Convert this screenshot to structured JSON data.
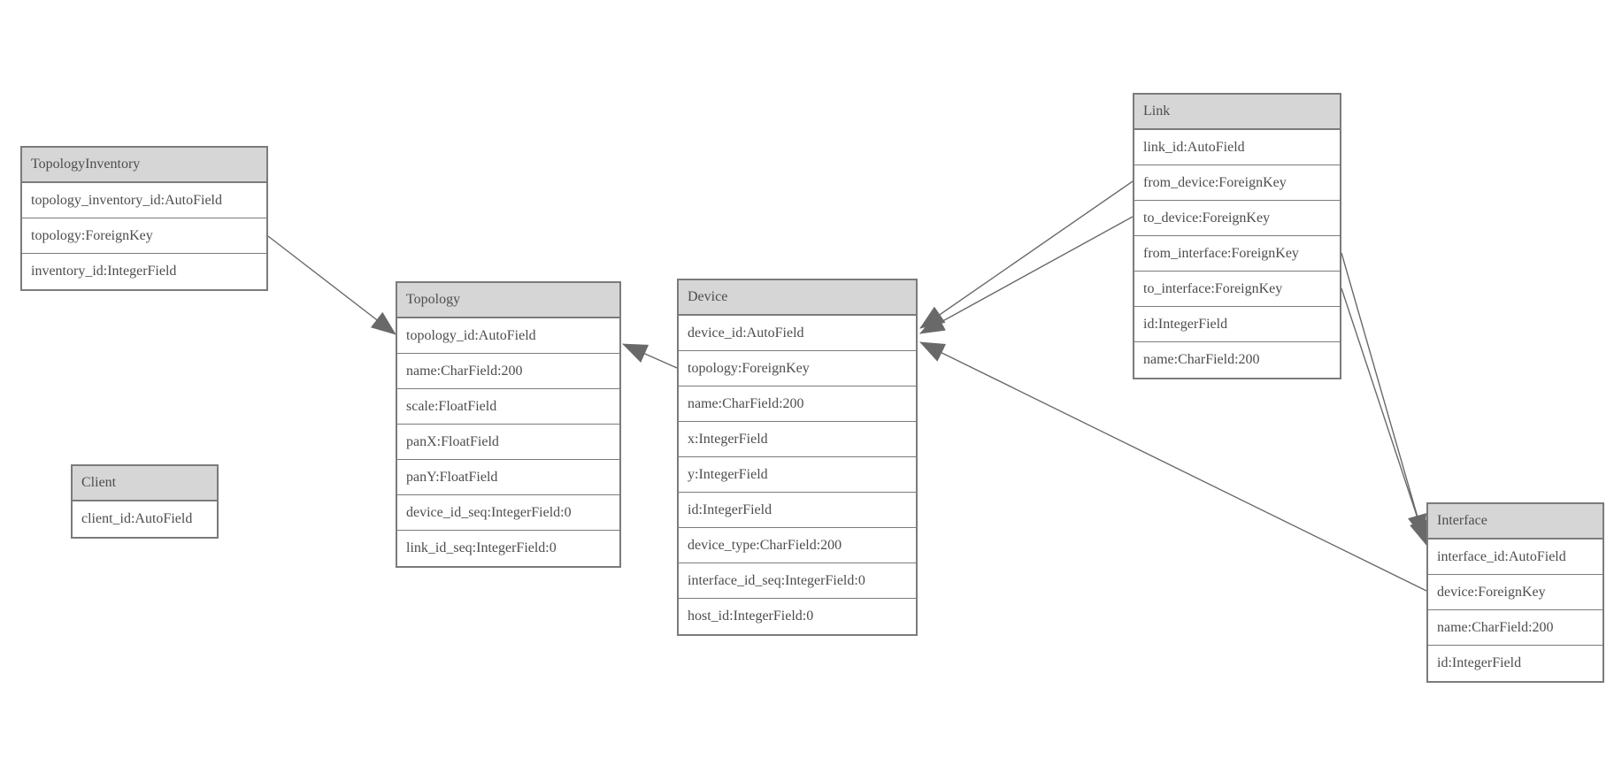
{
  "diagram": {
    "type": "entity-relationship-model-diagram",
    "colors": {
      "background": "#ffffff",
      "border": "#7b7b7b",
      "header_fill": "#d6d6d6",
      "text": "#4d4d4d",
      "edge": "#696969"
    },
    "entities": {
      "topology_inventory": {
        "title": "TopologyInventory",
        "fields": [
          "topology_inventory_id:AutoField",
          "topology:ForeignKey",
          "inventory_id:IntegerField"
        ]
      },
      "topology": {
        "title": "Topology",
        "fields": [
          "topology_id:AutoField",
          "name:CharField:200",
          "scale:FloatField",
          "panX:FloatField",
          "panY:FloatField",
          "device_id_seq:IntegerField:0",
          "link_id_seq:IntegerField:0"
        ]
      },
      "client": {
        "title": "Client",
        "fields": [
          "client_id:AutoField"
        ]
      },
      "device": {
        "title": "Device",
        "fields": [
          "device_id:AutoField",
          "topology:ForeignKey",
          "name:CharField:200",
          "x:IntegerField",
          "y:IntegerField",
          "id:IntegerField",
          "device_type:CharField:200",
          "interface_id_seq:IntegerField:0",
          "host_id:IntegerField:0"
        ]
      },
      "link": {
        "title": "Link",
        "fields": [
          "link_id:AutoField",
          "from_device:ForeignKey",
          "to_device:ForeignKey",
          "from_interface:ForeignKey",
          "to_interface:ForeignKey",
          "id:IntegerField",
          "name:CharField:200"
        ]
      },
      "interface": {
        "title": "Interface",
        "fields": [
          "interface_id:AutoField",
          "device:ForeignKey",
          "name:CharField:200",
          "id:IntegerField"
        ]
      }
    },
    "relationships": [
      {
        "from": "TopologyInventory.topology",
        "to": "Topology.topology_id"
      },
      {
        "from": "Device.topology",
        "to": "Topology.topology_id"
      },
      {
        "from": "Link.from_device",
        "to": "Device.device_id"
      },
      {
        "from": "Link.to_device",
        "to": "Device.device_id"
      },
      {
        "from": "Interface.device",
        "to": "Device.device_id"
      },
      {
        "from": "Link.from_interface",
        "to": "Interface.interface_id"
      },
      {
        "from": "Link.to_interface",
        "to": "Interface.interface_id"
      }
    ]
  }
}
